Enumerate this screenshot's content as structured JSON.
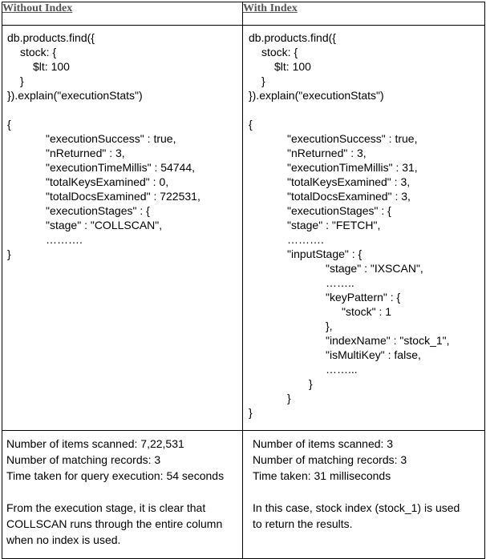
{
  "headers": {
    "left": "Without Index",
    "right": "With Index"
  },
  "left_code": [
    {
      "t": "db.products.find({",
      "i": 0
    },
    {
      "t": "stock: {",
      "i": 1
    },
    {
      "t": "$lt: 100",
      "i": 2
    },
    {
      "t": "}",
      "i": 1
    },
    {
      "t": "}).explain(\"executionStats\")",
      "i": 0
    },
    {
      "t": "",
      "i": 0
    },
    {
      "t": "{",
      "i": 0
    },
    {
      "t": "\"executionSuccess\" : true,",
      "i": 3
    },
    {
      "t": "\"nReturned\" : 3,",
      "i": 3
    },
    {
      "t": "\"executionTimeMillis\" : 54744,",
      "i": 3
    },
    {
      "t": "\"totalKeysExamined\" : 0,",
      "i": 3
    },
    {
      "t": "\"totalDocsExamined\" : 722531,",
      "i": 3
    },
    {
      "t": "\"executionStages\" : {",
      "i": 3
    },
    {
      "t": "\"stage\" : \"COLLSCAN\",",
      "i": 3
    },
    {
      "t": "……….",
      "i": 3
    },
    {
      "t": "}",
      "i": 0
    }
  ],
  "right_code": [
    {
      "t": "db.products.find({",
      "i": 0
    },
    {
      "t": "stock: {",
      "i": 1
    },
    {
      "t": "$lt: 100",
      "i": 2
    },
    {
      "t": "}",
      "i": 1
    },
    {
      "t": "}).explain(\"executionStats\")",
      "i": 0
    },
    {
      "t": "",
      "i": 0
    },
    {
      "t": "{",
      "i": 0
    },
    {
      "t": "\"executionSuccess\" : true,",
      "i": 3
    },
    {
      "t": "\"nReturned\" : 3,",
      "i": 3
    },
    {
      "t": "\"executionTimeMillis\" : 31,",
      "i": 3
    },
    {
      "t": "\"totalKeysExamined\" : 3,",
      "i": 3
    },
    {
      "t": "\"totalDocsExamined\" : 3,",
      "i": 3
    },
    {
      "t": "\"executionStages\" : {",
      "i": 3
    },
    {
      "t": "\"stage\" : \"FETCH\",",
      "i": 3
    },
    {
      "t": "……….",
      "i": 3
    },
    {
      "t": "\"inputStage\" : {",
      "i": 3
    },
    {
      "t": "\"stage\" : \"IXSCAN\",",
      "i": 6
    },
    {
      "t": "……..",
      "i": 6
    },
    {
      "t": "\"keyPattern\" : {",
      "i": 6
    },
    {
      "t": "\"stock\" : 1",
      "i": 7
    },
    {
      "t": "},",
      "i": 6
    },
    {
      "t": "\"indexName\" : \"stock_1\",",
      "i": 6
    },
    {
      "t": "\"isMultiKey\" : false,",
      "i": 6
    },
    {
      "t": "……...",
      "i": 6
    },
    {
      "t": "}",
      "i": 5
    },
    {
      "t": "}",
      "i": 3
    },
    {
      "t": "}",
      "i": 0
    }
  ],
  "left_summary": {
    "items_scanned": "Number of items scanned: 7,22,531",
    "matching_records": "Number of matching records: 3",
    "time_taken": "Time taken for query execution: 54 seconds",
    "note_1": "From the execution stage, it is clear that",
    "note_2": "COLLSCAN runs through the entire column",
    "note_3": "when no index is used."
  },
  "right_summary": {
    "items_scanned": "Number of items scanned: 3",
    "matching_records": "Number of matching records: 3",
    "time_taken": "Time taken: 31 milliseconds",
    "note_1": "In this case, stock index (stock_1) is used",
    "note_2": "to return the results."
  }
}
